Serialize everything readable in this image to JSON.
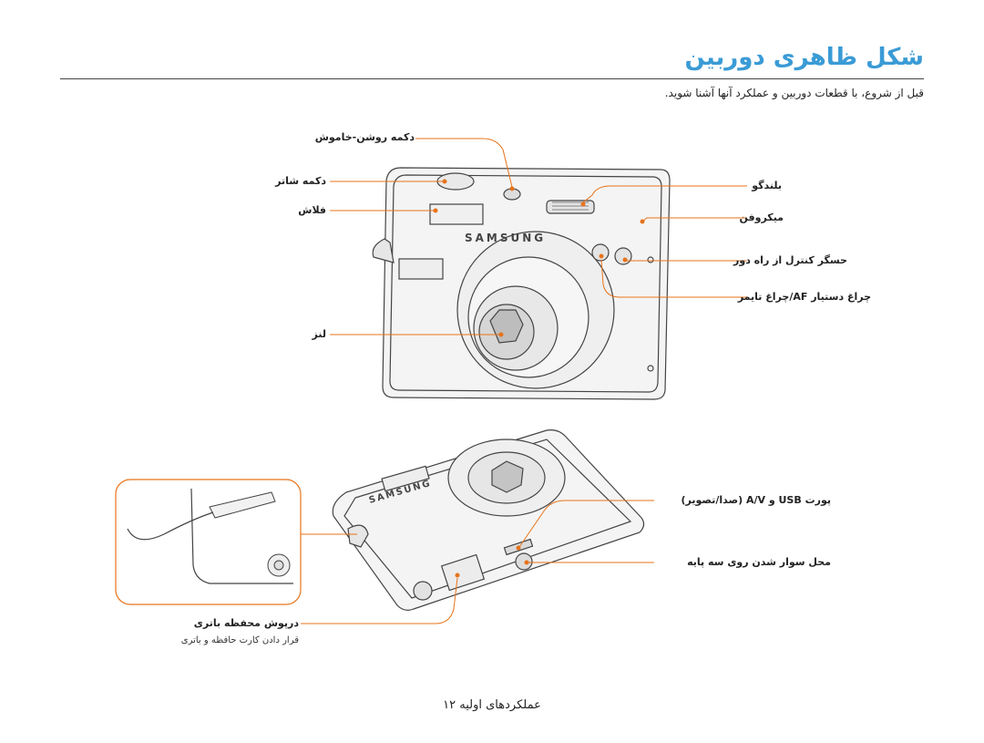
{
  "page": {
    "title": "شکل ظاهری دوربین",
    "intro": "قبل از شروع، با قطعات دوربین و عملکرد آنها آشنا شوید.",
    "footer": "عملکردهای اولیه ۱۲"
  },
  "front_view": {
    "left_labels": [
      "دکمه روشن-خاموش",
      "دکمه شاتر",
      "فلاش",
      "لنز"
    ],
    "right_labels": [
      "بلندگو",
      "میکروفن",
      "حسگر کنترل از راه دور",
      "چراغ دستیار AF/چراغ تایمر"
    ]
  },
  "bottom_view": {
    "right_labels": [
      "پورت USB و A/V (صدا/تصویر)",
      "محل سوار شدن روی سه پایه"
    ],
    "left_label": "درپوش محفظه باتری",
    "left_sublabel": "قرار دادن کارت حافظه و باتری"
  },
  "colors": {
    "title": "#3a9bd5",
    "leader": "#e8731a",
    "inset_border": "#e8731a"
  },
  "brand": "SAMSUNG"
}
